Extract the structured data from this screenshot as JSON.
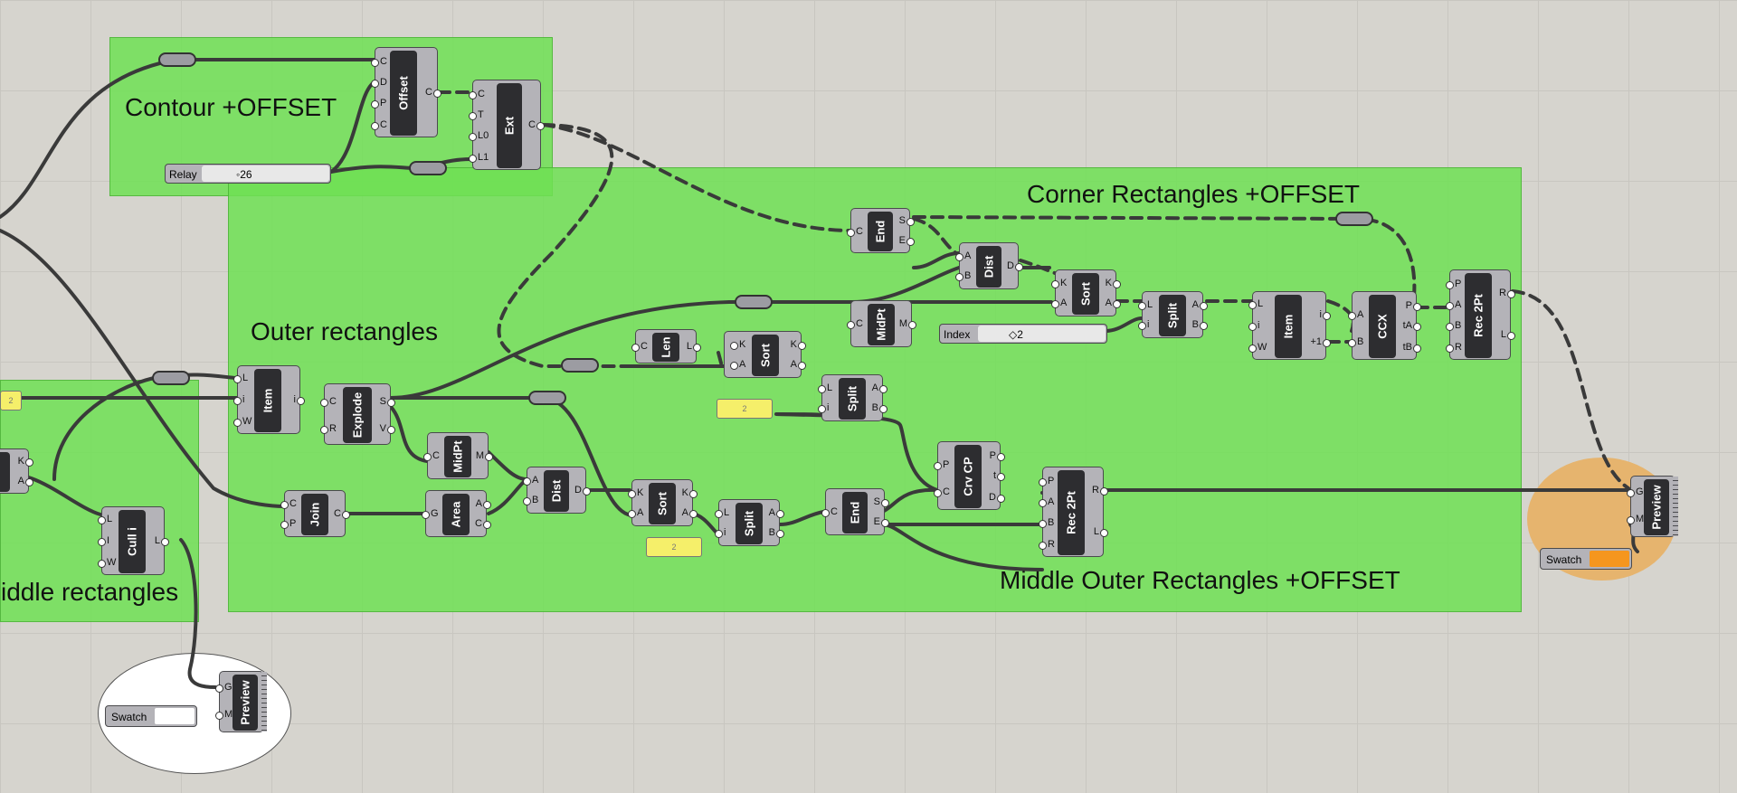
{
  "groups": {
    "contour": "Contour +OFFSET",
    "corner": "Corner Rectangles +OFFSET",
    "outer": "Outer rectangles",
    "middle_outer": "Middle Outer Rectangles +OFFSET",
    "middle": "iddle rectangles"
  },
  "colors": {
    "group_green": "#6ee054",
    "swatch_orange": "#f5961e",
    "swatch_white": "#ffffff",
    "panel_yellow": "#f5ef6a",
    "orange_blob": "#e6b46e"
  },
  "nodes": {
    "offset": {
      "label": "Offset",
      "in": [
        "C",
        "D",
        "P",
        "C"
      ],
      "out": [
        "C"
      ]
    },
    "ext": {
      "label": "Ext",
      "in": [
        "C",
        "T",
        "L0",
        "L1"
      ],
      "out": [
        "C"
      ]
    },
    "end1": {
      "label": "End",
      "in": [
        "C"
      ],
      "out": [
        "S",
        "E"
      ]
    },
    "dist1": {
      "label": "Dist",
      "in": [
        "A",
        "B"
      ],
      "out": [
        "D"
      ]
    },
    "sort1": {
      "label": "Sort",
      "in": [
        "K",
        "A"
      ],
      "out": [
        "K",
        "A"
      ]
    },
    "midpt1": {
      "label": "MidPt",
      "in": [
        "C"
      ],
      "out": [
        "M"
      ]
    },
    "split1": {
      "label": "Split",
      "in": [
        "L",
        "i"
      ],
      "out": [
        "A",
        "B"
      ]
    },
    "item2": {
      "label": "Item",
      "in": [
        "L",
        "i",
        "W"
      ],
      "out": [
        "i",
        "+1"
      ]
    },
    "ccx": {
      "label": "CCX",
      "in": [
        "A",
        "B"
      ],
      "out": [
        "P",
        "tA",
        "tB"
      ]
    },
    "rec1": {
      "label": "Rec 2Pt",
      "in": [
        "P",
        "A",
        "B",
        "R"
      ],
      "out": [
        "R",
        "L"
      ]
    },
    "len": {
      "label": "Len",
      "in": [
        "C"
      ],
      "out": [
        "L"
      ]
    },
    "sort2": {
      "label": "Sort",
      "in": [
        "K",
        "A"
      ],
      "out": [
        "K",
        "A"
      ]
    },
    "split2": {
      "label": "Split",
      "in": [
        "L",
        "i"
      ],
      "out": [
        "A",
        "B"
      ]
    },
    "item1": {
      "label": "Item",
      "in": [
        "L",
        "i",
        "W"
      ],
      "out": [
        "i"
      ]
    },
    "explode": {
      "label": "Explode",
      "in": [
        "C",
        "R"
      ],
      "out": [
        "S",
        "V"
      ]
    },
    "midpt2": {
      "label": "MidPt",
      "in": [
        "C"
      ],
      "out": [
        "M"
      ]
    },
    "dist2": {
      "label": "Dist",
      "in": [
        "A",
        "B"
      ],
      "out": [
        "D"
      ]
    },
    "sort3": {
      "label": "Sort",
      "in": [
        "K",
        "A"
      ],
      "out": [
        "K",
        "A"
      ]
    },
    "split3": {
      "label": "Split",
      "in": [
        "L",
        "i"
      ],
      "out": [
        "A",
        "B"
      ]
    },
    "end2": {
      "label": "End",
      "in": [
        "C"
      ],
      "out": [
        "S",
        "E"
      ]
    },
    "crvcp": {
      "label": "Crv CP",
      "in": [
        "P",
        "C"
      ],
      "out": [
        "P",
        "t",
        "D"
      ]
    },
    "rec2": {
      "label": "Rec 2Pt",
      "in": [
        "P",
        "A",
        "B",
        "R"
      ],
      "out": [
        "R",
        "L"
      ]
    },
    "join": {
      "label": "Join",
      "in": [
        "C",
        "P"
      ],
      "out": [
        "C"
      ]
    },
    "area": {
      "label": "Area",
      "in": [
        "G"
      ],
      "out": [
        "A",
        "C"
      ]
    },
    "cull": {
      "label": "Cull i",
      "in": [
        "L",
        "I",
        "W"
      ],
      "out": [
        "L"
      ]
    },
    "preview1": {
      "label": "Preview",
      "in": [
        "G",
        "M"
      ],
      "out": []
    },
    "preview2": {
      "label": "Preview",
      "in": [
        "G",
        "M"
      ],
      "out": []
    },
    "partial": {
      "label": "",
      "in": [],
      "out": [
        "K",
        "A"
      ]
    }
  },
  "sliders": {
    "relay": {
      "label": "Relay",
      "value": "◦26",
      "fraction": 0.26
    },
    "index": {
      "label": "Index",
      "value": "◇2",
      "fraction": 0.2
    }
  },
  "panels": {
    "p1": "2",
    "p2": "2",
    "p3": "2"
  },
  "swatches": {
    "s1": "Swatch",
    "s2": "Swatch"
  }
}
